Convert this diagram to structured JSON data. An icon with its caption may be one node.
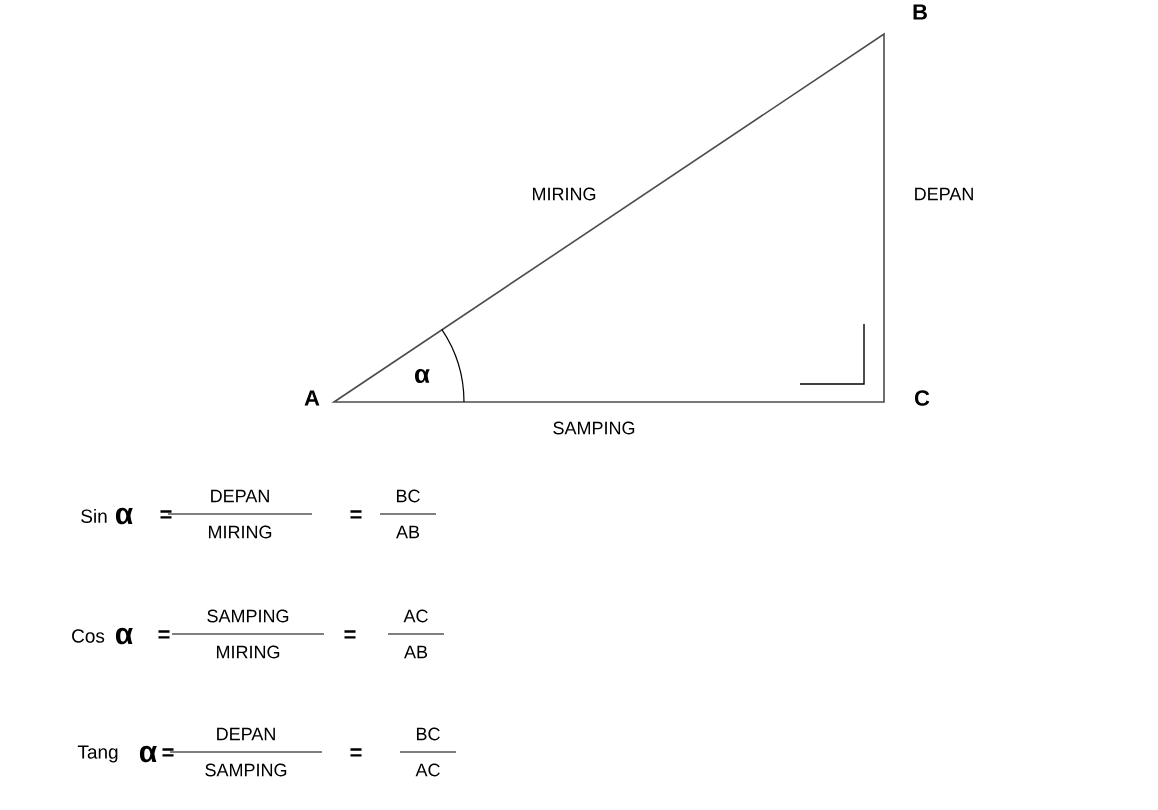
{
  "diagram": {
    "labels": [
      "B",
      "MIRING",
      "DEPAN",
      "α",
      "A",
      "C",
      "SAMPING",
      "Sin",
      "α",
      "=",
      "DEPAN",
      "MIRING",
      "=",
      "BC",
      "AB",
      "Cos",
      "α",
      "=",
      "SAMPING",
      "MIRING",
      "=",
      "AC",
      "AB",
      "Tang",
      "α",
      "=",
      "DEPAN",
      "SAMPING",
      "=",
      "BC",
      "AC"
    ]
  }
}
